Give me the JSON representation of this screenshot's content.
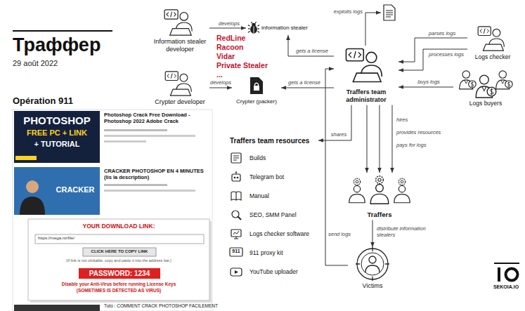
{
  "diagram": {
    "title": "Траффер",
    "nodes": [
      {
        "text": [
          "Information stealer developer"
        ]
      },
      {
        "text": [
          "information stealer"
        ]
      },
      {
        "text": [
          "Crypter developer"
        ]
      },
      {
        "text": [
          "Crypter (packer)"
        ]
      },
      {
        "text": [
          "Traffers team administrator"
        ]
      },
      {
        "text": [
          "Logs checker"
        ]
      },
      {
        "text": [
          "Logs buyers"
        ]
      },
      {
        "text": [
          "Traffers team resources"
        ]
      },
      {
        "text": [
          "Builds"
        ],
        "in": 7
      },
      {
        "text": [
          "Telegram bot"
        ],
        "in": 7
      },
      {
        "text": [
          "Manual"
        ],
        "in": 7
      },
      {
        "text": [
          "SEO, SMM Panel"
        ],
        "in": 7
      },
      {
        "text": [
          "Logs checker software"
        ],
        "in": 7
      },
      {
        "text": [
          "911 proxy kit"
        ],
        "in": 7
      },
      {
        "text": [
          "YouTube uploader"
        ],
        "in": 7
      },
      {
        "text": [
          "Traffers"
        ]
      },
      {
        "text": [
          "Victims"
        ]
      }
    ],
    "edges": [
      {
        "from": 0,
        "to": 1,
        "label": "develops",
        "arrow": "to"
      },
      {
        "from": 4,
        "to": 1,
        "label": "gets a license",
        "arrow": "to"
      },
      {
        "from": 2,
        "to": 3,
        "label": "develops",
        "arrow": "to"
      },
      {
        "from": 4,
        "to": 3,
        "label": "gets a license",
        "arrow": "to"
      },
      {
        "from": 5,
        "to": 4,
        "label": "parses logs",
        "arrow": "to"
      },
      {
        "from": 5,
        "to": 4,
        "label": "processes logs",
        "arrow": "to"
      },
      {
        "from": 6,
        "to": 4,
        "label": "buys logs",
        "arrow": "to"
      },
      {
        "from": 4,
        "to": 7,
        "label": "shares",
        "arrow": "to"
      },
      {
        "from": 4,
        "to": 15,
        "label": "hires",
        "arrow": "to"
      },
      {
        "from": 4,
        "to": 15,
        "label": "provides resources",
        "arrow": "to"
      },
      {
        "from": 4,
        "to": 15,
        "label": "pays for logs",
        "arrow": "to"
      },
      {
        "from": 15,
        "to": 16,
        "label": "distribute information stealers",
        "arrow": "to"
      },
      {
        "from": 16,
        "to": 4,
        "label": "send logs",
        "arrow": "to"
      }
    ],
    "labels": [
      "29 août 2022",
      "Opération 911",
      "PHOTOSHOP",
      "FREE PC + LINK",
      "+ TUTORIAL",
      "Photoshop Crack Free Download - Photoshop 2022 Adobe Crack",
      "CRACKER",
      "CRACKER PHOTOSHOP EN 4 MINUTES (lis la description)",
      "YOUR DOWNLOAD LINK:",
      "https://mega.nz/file/",
      "CLICK HERE TO COPY LINK",
      "(If link is not clickable, copy and paste it into the address bar.)",
      "PASSWORD: 1234",
      "Disable your Anti-Virus before running License Keys",
      "(SOMETIMES IS DETECTED AS VIRUS)",
      "Tuto : COMMENT CRACK PHOTOSHOP FACILEMENT",
      "RedLine",
      "Racoon",
      "Vidar",
      "Private Stealer",
      "...",
      "exploits logs",
      "911",
      "SEKOIA.IO"
    ]
  }
}
